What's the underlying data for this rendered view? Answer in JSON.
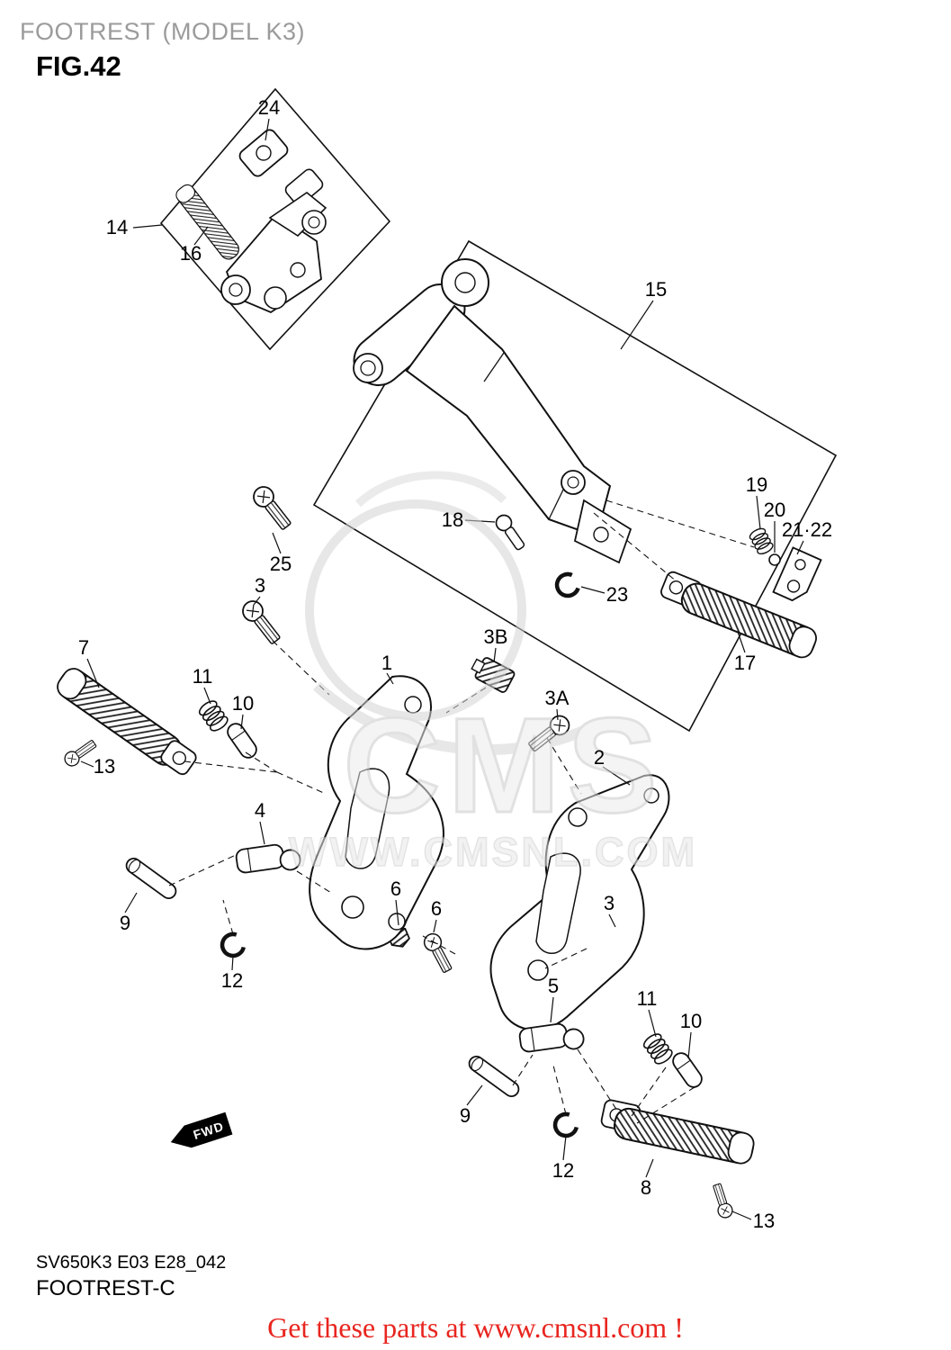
{
  "header": {
    "title": "FOOTREST (MODEL K3)",
    "figure": "FIG.42"
  },
  "footer": {
    "model_code": "SV650K3 E03 E28_042",
    "part_name": "FOOTREST-C",
    "promo": "Get these parts at www.cmsnl.com !"
  },
  "watermark": {
    "brand": "CMS",
    "url": "WWW.CMSNL.COM"
  },
  "diagram": {
    "fwd_label": "FWD"
  },
  "colors": {
    "promo_red": "#e8251f",
    "title_gray": "#9b9b9b",
    "line_black": "#111111"
  },
  "callouts": [
    {
      "label": "24"
    },
    {
      "label": "14"
    },
    {
      "label": "16"
    },
    {
      "label": "15"
    },
    {
      "label": "25"
    },
    {
      "label": "3"
    },
    {
      "label": "18"
    },
    {
      "label": "19"
    },
    {
      "label": "20"
    },
    {
      "label": "21·22"
    },
    {
      "label": "23"
    },
    {
      "label": "17"
    },
    {
      "label": "7"
    },
    {
      "label": "11"
    },
    {
      "label": "10"
    },
    {
      "label": "3B"
    },
    {
      "label": "3A"
    },
    {
      "label": "1"
    },
    {
      "label": "2"
    },
    {
      "label": "13"
    },
    {
      "label": "4"
    },
    {
      "label": "9"
    },
    {
      "label": "12"
    },
    {
      "label": "6"
    },
    {
      "label": "6"
    },
    {
      "label": "3"
    },
    {
      "label": "5"
    },
    {
      "label": "11"
    },
    {
      "label": "10"
    },
    {
      "label": "9"
    },
    {
      "label": "12"
    },
    {
      "label": "8"
    },
    {
      "label": "13"
    }
  ]
}
